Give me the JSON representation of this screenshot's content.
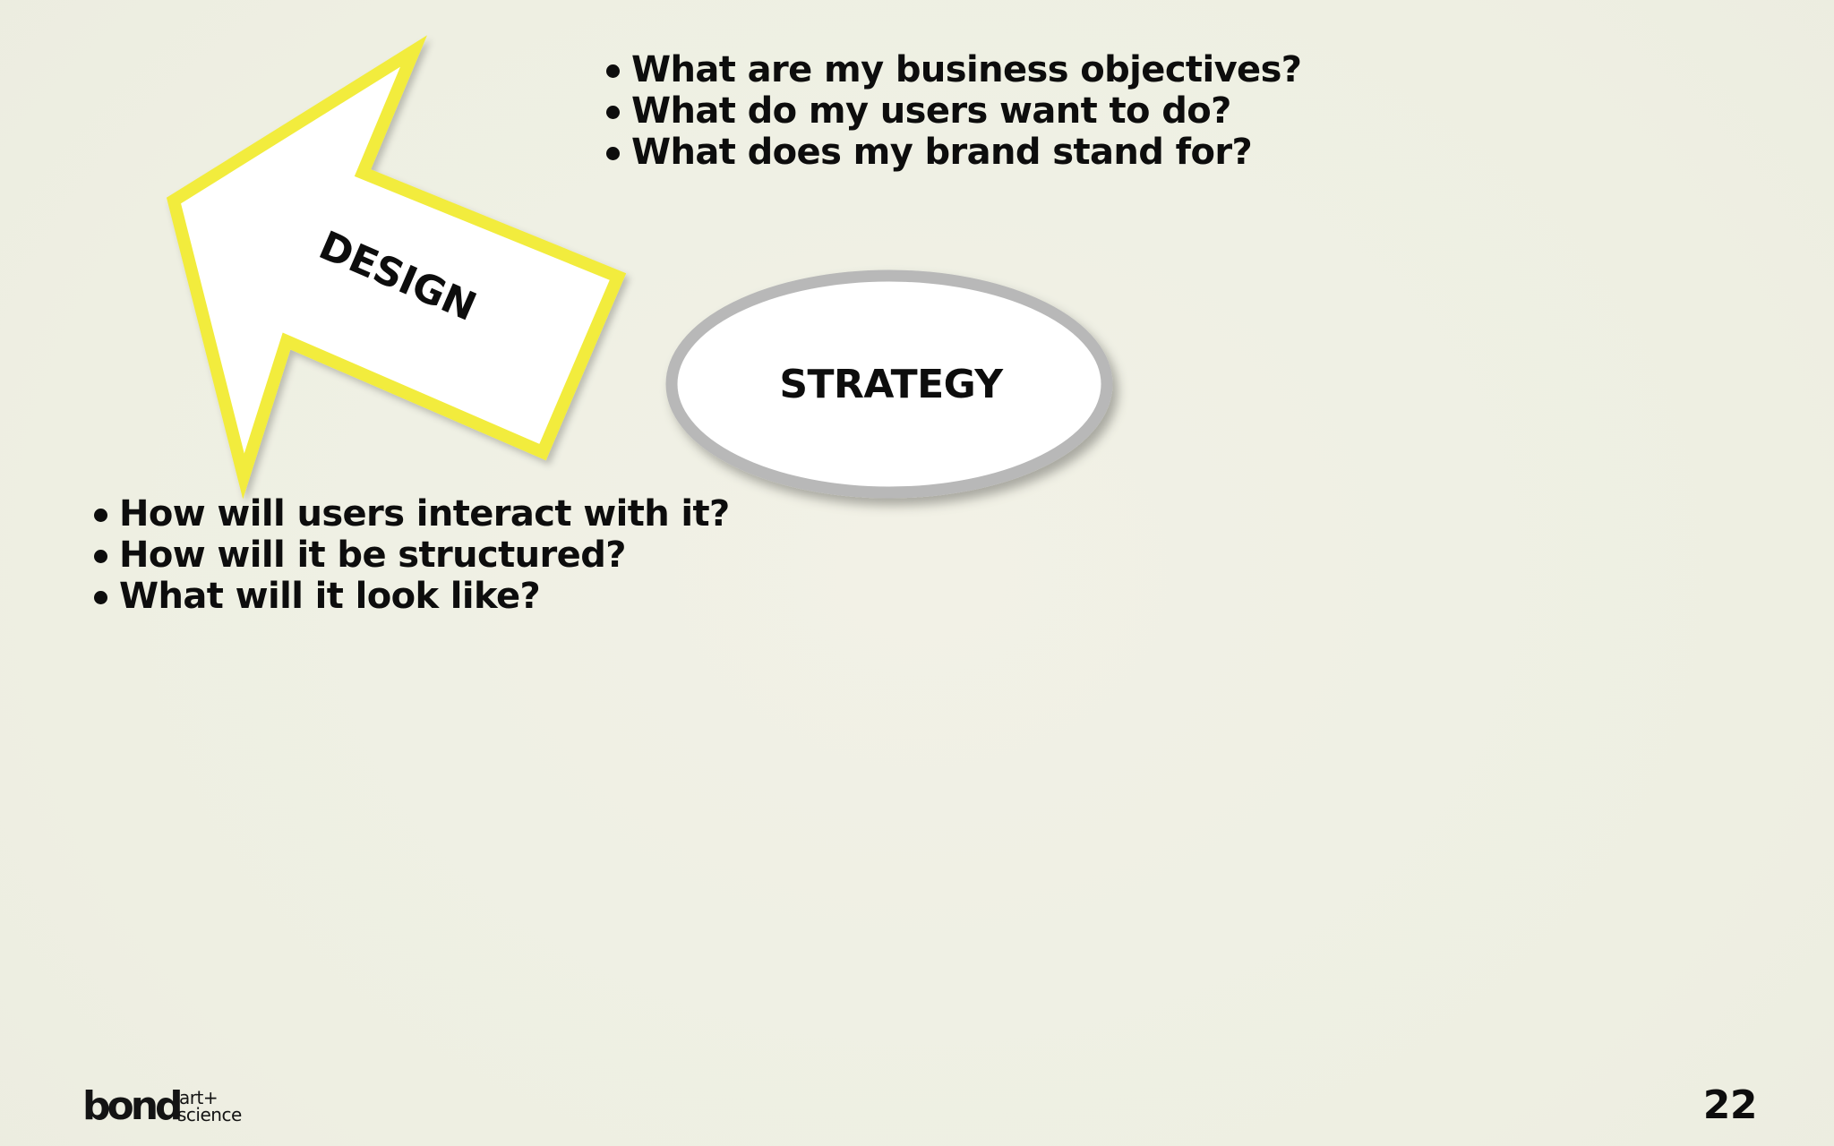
{
  "diagram": {
    "center_label": "STRATEGY",
    "arrow_label": "DESIGN",
    "colors": {
      "arrow_outline": "#f2ec3c",
      "arrow_fill": "#ffffff",
      "ellipse_ring": "#b8b8b8",
      "ellipse_fill": "#ffffff",
      "text": "#0d0d0d"
    }
  },
  "strategy_questions": [
    "What are my business objectives?",
    "What do my users want to do?",
    "What does my brand stand for?"
  ],
  "design_questions": [
    "How will users interact with it?",
    "How will it be structured?",
    "What will it look like?"
  ],
  "footer": {
    "logo_text": "bond",
    "logo_tagline_top": "art+",
    "logo_tagline_bottom": "science",
    "page_number": "22"
  }
}
